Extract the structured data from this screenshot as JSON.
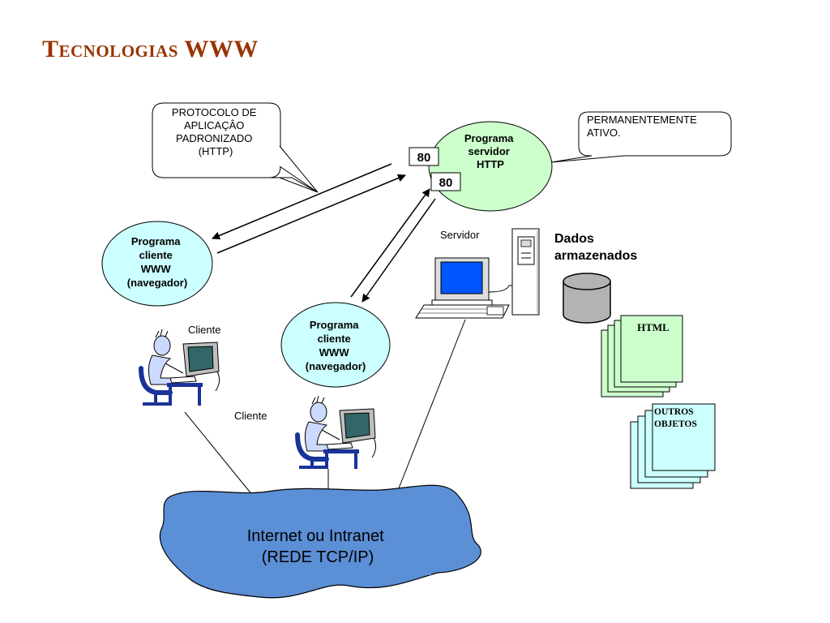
{
  "title": "Tecnologias WWW",
  "callouts": {
    "protocol": [
      "PROTOCOLO DE",
      "APLICAÇÂO",
      "PADRONIZADO",
      "(HTTP)"
    ],
    "permanent": [
      "PERMANENTEMENTE",
      "ATIVO."
    ]
  },
  "server_program": [
    "Programa",
    "servidor",
    "HTTP"
  ],
  "client_program_1": [
    "Programa",
    "cliente",
    "WWW",
    "(navegador)"
  ],
  "client_program_2": [
    "Programa",
    "cliente",
    "WWW",
    "(navegador)"
  ],
  "ports": {
    "upper": "80",
    "lower": "80"
  },
  "labels": {
    "servidor": "Servidor",
    "dados": [
      "Dados",
      "armazenados"
    ],
    "cliente_1": "Cliente",
    "cliente_2": "Cliente"
  },
  "documents": {
    "html": "HTML",
    "outros": [
      "OUTROS",
      "OBJETOS"
    ]
  },
  "network": [
    "Internet ou Intranet",
    "(REDE TCP/IP)"
  ],
  "colors": {
    "title": "#993300",
    "bubble_green": "#ccffcc",
    "bubble_cyan": "#ccffff",
    "cloud": "#5b8fd6",
    "doc_green": "#ccffcc",
    "doc_cyan": "#ccffff"
  }
}
